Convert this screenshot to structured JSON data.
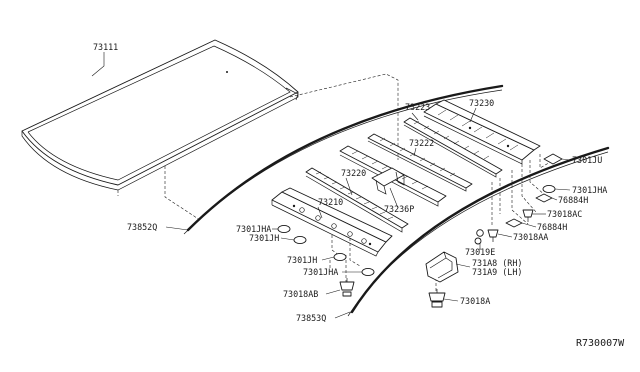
{
  "diagram_ref": "R730007W",
  "labels": {
    "roof_panel": "73111",
    "molding_rh": "73852Q",
    "molding_lh": "73853Q",
    "front_rail": "73210",
    "bow_1": "73220",
    "bow_2": "73222",
    "bow_3": "73223",
    "rear_rail": "73230",
    "bracket_center": "73236P",
    "pad_jha_1": "7301JHA",
    "pad_jh_1": "7301JH",
    "pad_jh_2": "7301JH",
    "pad_jha_2": "7301JHA",
    "clip_ab": "73018AB",
    "pad_ju": "7301JU",
    "pad_jha_3": "7301JHA",
    "pad_h_1": "76884H",
    "clip_ac": "73018AC",
    "pad_h_2": "76884H",
    "clip_aa": "73018AA",
    "clip_e": "73019E",
    "bracket_rh": "731A8 (RH)",
    "bracket_lh": "731A9 (LH)",
    "clip_a": "73018A"
  }
}
